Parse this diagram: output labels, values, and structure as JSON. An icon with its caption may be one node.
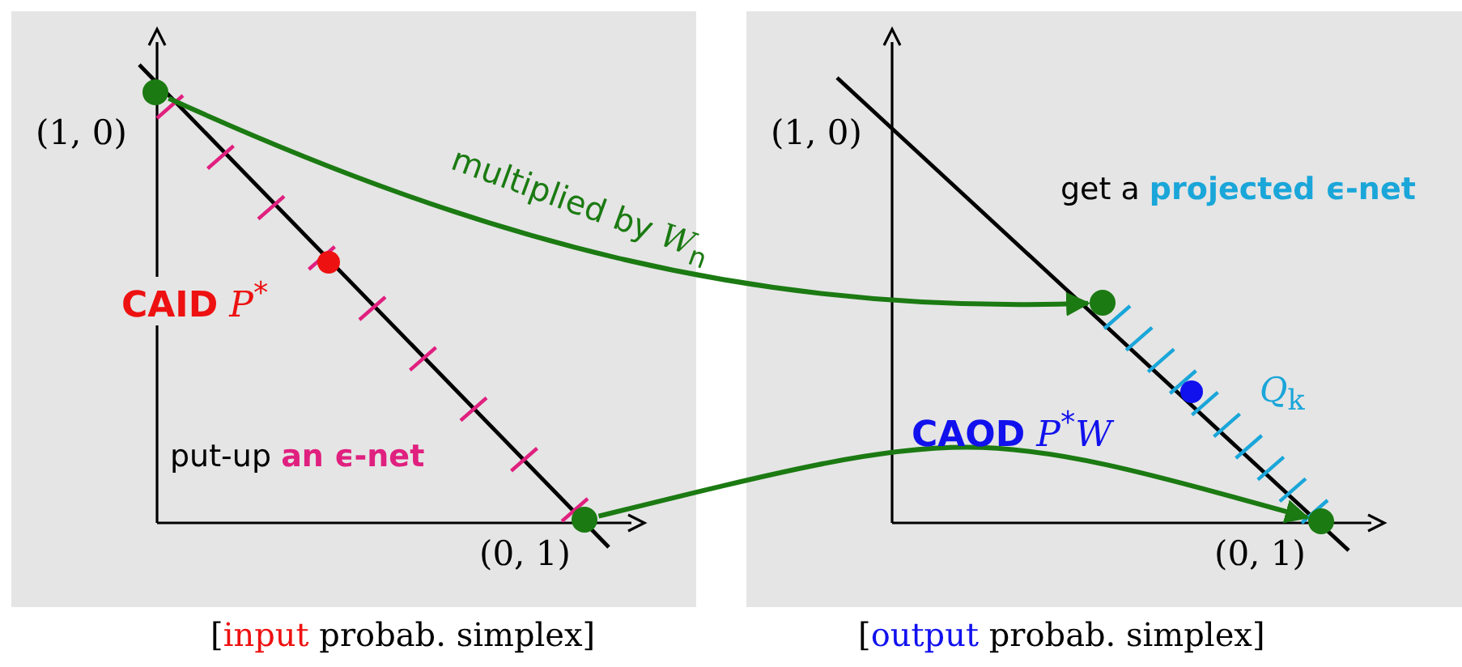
{
  "diagram": {
    "nodes": [
      {
        "text": [
          "[input probab. simplex]"
        ]
      },
      {
        "text": [],
        "shape": "circle",
        "in": 0
      },
      {
        "text": [],
        "shape": "circle",
        "in": 0
      },
      {
        "text": [],
        "shape": "circle",
        "in": 0
      },
      {
        "text": [
          "[output probab. simplex]"
        ]
      },
      {
        "text": [],
        "shape": "circle",
        "in": 4
      },
      {
        "text": [],
        "shape": "circle",
        "in": 4
      },
      {
        "text": [],
        "shape": "circle",
        "in": 4
      }
    ],
    "edges": [
      {
        "from": 1,
        "to": 5,
        "arrow": "to",
        "label": "multiplied by *W*$_{n}$"
      },
      {
        "from": 3,
        "to": 7,
        "arrow": "to"
      }
    ],
    "labels": [
      "(1, 0)",
      "**CAID** *P*$^{*}$",
      "put-up **an ϵ-net**",
      "(0, 1)",
      "(1, 0)",
      "get a **projected ϵ-net**",
      "*Q*$_{k}$",
      "**CAOD** *P*$^{*}$*W*",
      "(0, 1)"
    ]
  }
}
